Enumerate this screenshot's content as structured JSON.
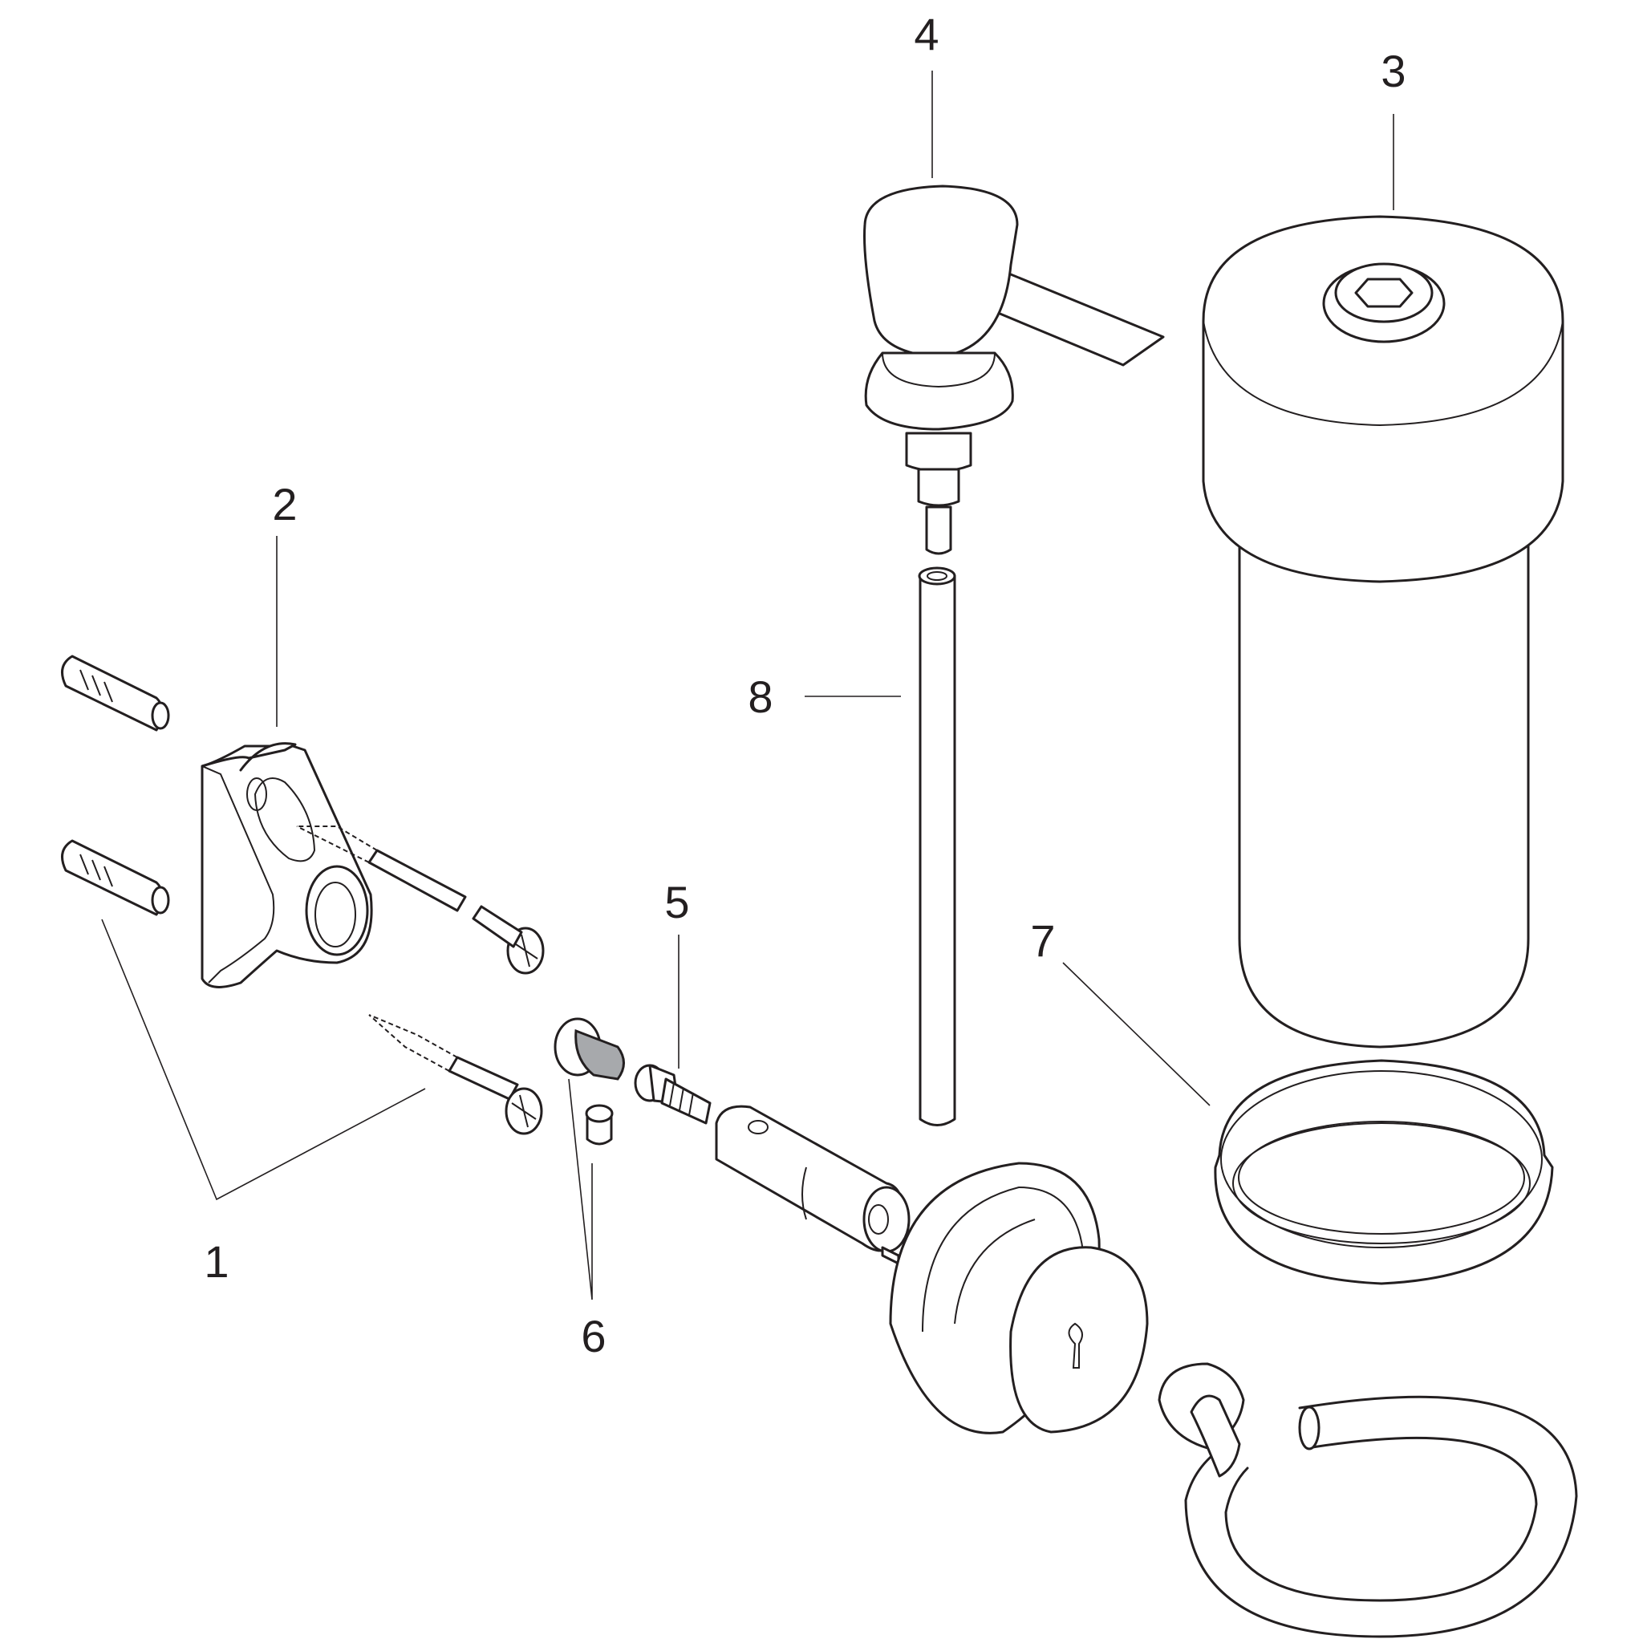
{
  "diagram": {
    "type": "exploded parts drawing",
    "colors": {
      "line": "#231f20",
      "shade": "#a7a9ac",
      "background": "#ffffff"
    },
    "callouts": [
      {
        "id": "1",
        "label": "1"
      },
      {
        "id": "2",
        "label": "2"
      },
      {
        "id": "3",
        "label": "3"
      },
      {
        "id": "4",
        "label": "4"
      },
      {
        "id": "5",
        "label": "5"
      },
      {
        "id": "6",
        "label": "6"
      },
      {
        "id": "7",
        "label": "7"
      },
      {
        "id": "8",
        "label": "8"
      }
    ]
  }
}
